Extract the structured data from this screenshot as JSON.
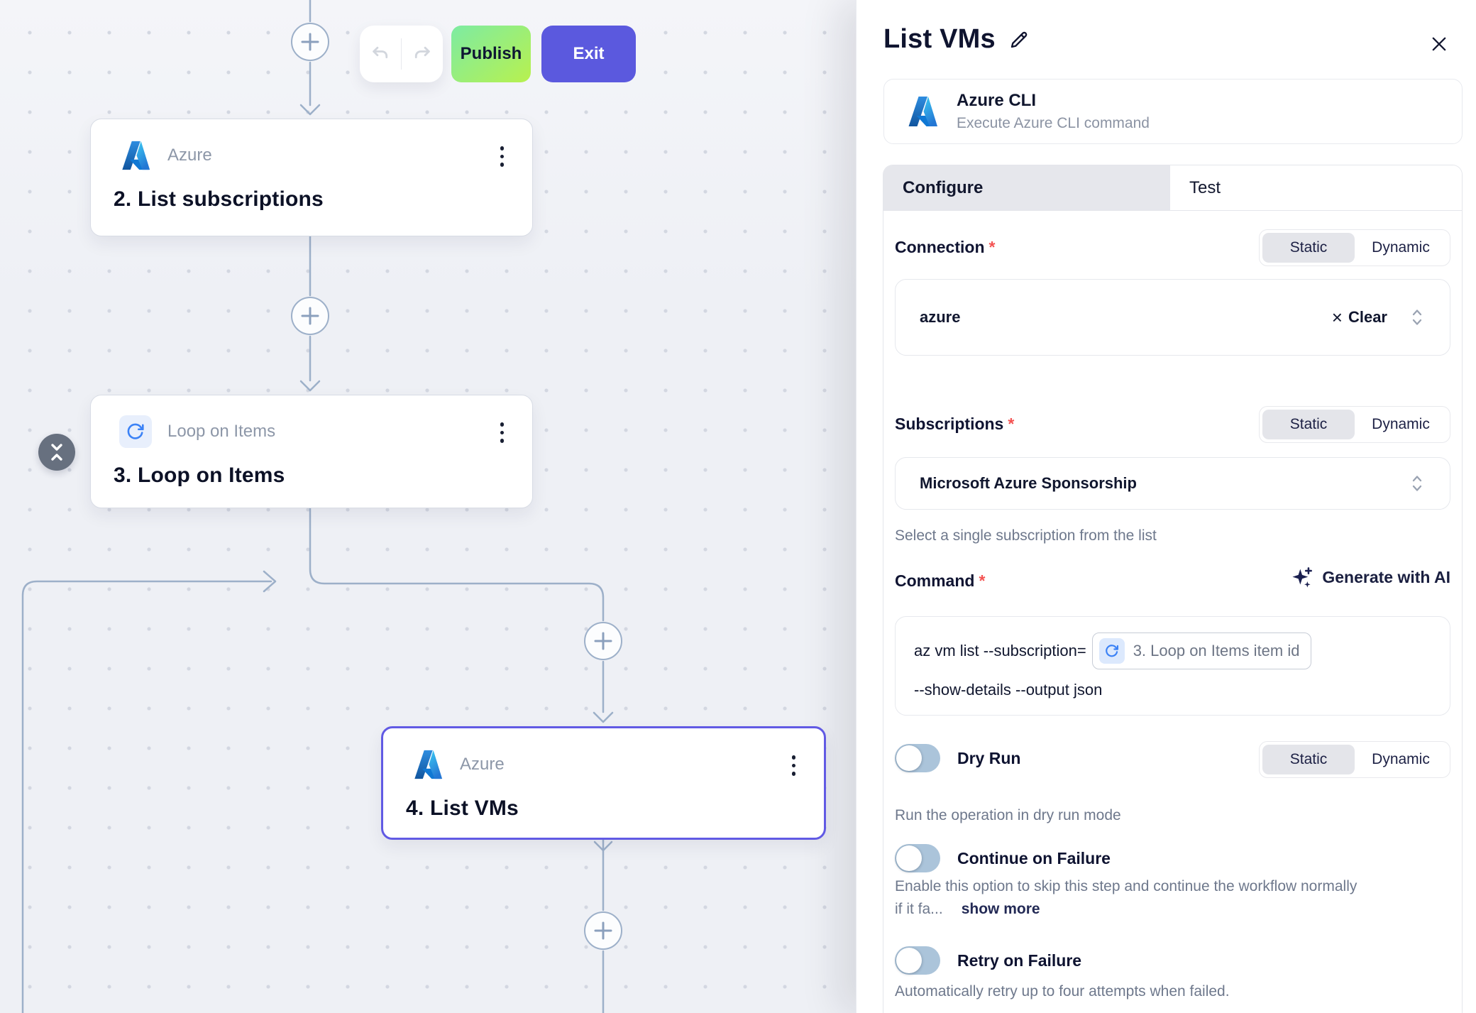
{
  "canvas": {
    "toolbar": {
      "publish_label": "Publish",
      "exit_label": "Exit"
    },
    "nodes": [
      {
        "header": "Azure",
        "title": "2. List subscriptions",
        "icon": "azure-logo"
      },
      {
        "header": "Loop on Items",
        "title": "3. Loop on Items",
        "icon": "loop-icon"
      },
      {
        "header": "Azure",
        "title": "4. List VMs",
        "icon": "azure-logo",
        "selected": true
      }
    ]
  },
  "panel": {
    "title": "List VMs",
    "required_marker": "*",
    "app_card": {
      "title": "Azure CLI",
      "subtitle": "Execute Azure CLI command",
      "icon": "azure-logo"
    },
    "tabs": [
      {
        "label": "Configure",
        "active": true
      },
      {
        "label": "Test",
        "active": false
      }
    ],
    "segmented": {
      "static_label": "Static",
      "dynamic_label": "Dynamic",
      "selected": "Static"
    },
    "fields": {
      "connection": {
        "label": "Connection",
        "value": "azure",
        "clear_label": "Clear"
      },
      "subscriptions": {
        "label": "Subscriptions",
        "value": "Microsoft Azure Sponsorship",
        "helper": "Select a single subscription from the list"
      },
      "command": {
        "label": "Command",
        "generate_label": "Generate with AI",
        "line1": "az vm list --subscription=",
        "chip": "3. Loop on Items item id",
        "line2": "--show-details --output json"
      },
      "dry_run": {
        "label": "Dry Run",
        "helper": "Run the operation in dry run mode",
        "enabled": false
      },
      "continue_on_failure": {
        "label": "Continue on Failure",
        "helper_line1": "Enable this option to skip this step and continue the workflow normally",
        "helper_line2": "if it fa...",
        "show_more": "show more",
        "enabled": false
      },
      "retry_on_failure": {
        "label": "Retry on Failure",
        "helper": "Automatically retry up to four attempts when failed.",
        "enabled": false
      }
    }
  },
  "colors": {
    "accent_purple": "#5b59de",
    "selected_node_border": "#615ae4",
    "publish_gradient_start": "#7deba3",
    "publish_gradient_end": "#b8f14e",
    "azure_blue": "#2892df",
    "loop_icon_blue": "#3b82f6",
    "toggle_track": "#abc4da",
    "required_red": "#f45352",
    "connector": "#9db0c9",
    "canvas_bg": "#eff1f6"
  }
}
